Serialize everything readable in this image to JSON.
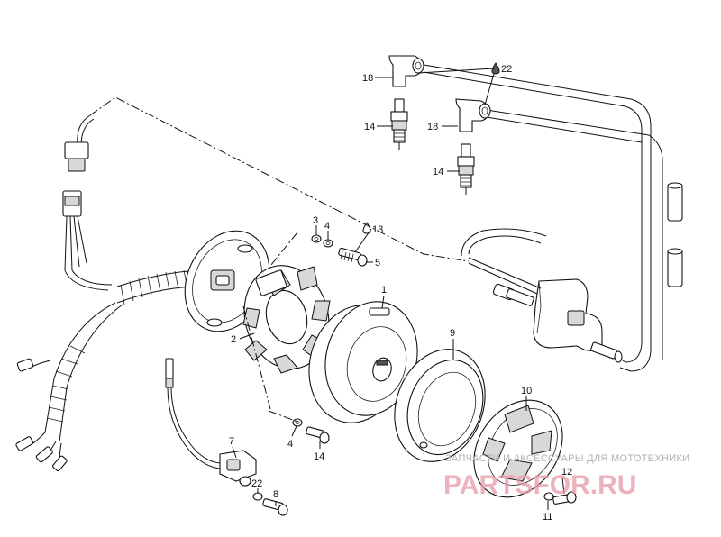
{
  "callouts": [
    {
      "id": "c18a",
      "text": "18"
    },
    {
      "id": "c22a",
      "text": "22"
    },
    {
      "id": "c14a",
      "text": "14"
    },
    {
      "id": "c18b",
      "text": "18"
    },
    {
      "id": "c14b",
      "text": "14"
    },
    {
      "id": "c3",
      "text": "3"
    },
    {
      "id": "c4a",
      "text": "4"
    },
    {
      "id": "c13",
      "text": "13"
    },
    {
      "id": "c5",
      "text": "5"
    },
    {
      "id": "c1",
      "text": "1"
    },
    {
      "id": "c2",
      "text": "2"
    },
    {
      "id": "c9",
      "text": "9"
    },
    {
      "id": "c10",
      "text": "10"
    },
    {
      "id": "c7",
      "text": "7"
    },
    {
      "id": "c4b",
      "text": "4"
    },
    {
      "id": "c14c",
      "text": "14"
    },
    {
      "id": "c22b",
      "text": "22"
    },
    {
      "id": "c8",
      "text": "8"
    },
    {
      "id": "c12",
      "text": "12"
    },
    {
      "id": "c11",
      "text": "11"
    }
  ],
  "watermark": {
    "tagline": "ЗАПЧАСТИ И АКСЕССУАРЫ ДЛЯ МОТОТЕХНИКИ",
    "brand": "PARTSFOR.RU"
  },
  "colors": {
    "line": "#111111",
    "watermark_brand": "#e89aa6",
    "watermark_text": "#b0b0b0"
  }
}
